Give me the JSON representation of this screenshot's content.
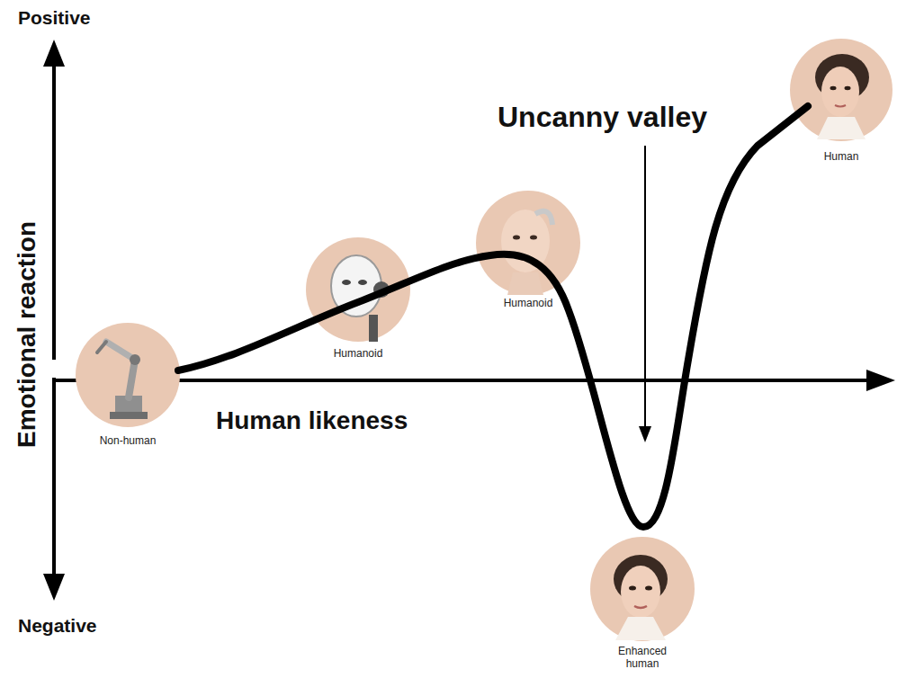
{
  "diagram": {
    "nodes": [
      {
        "text": [
          "Non-human"
        ]
      },
      {
        "text": [
          "Humanoid"
        ]
      },
      {
        "text": [
          "Humanoid"
        ]
      },
      {
        "text": [
          "Enhanced human"
        ]
      },
      {
        "text": [
          "Human"
        ]
      }
    ],
    "labels": [
      "Positive",
      "Negative",
      "Emotional reaction",
      "Human likeness",
      "Uncanny valley"
    ]
  }
}
